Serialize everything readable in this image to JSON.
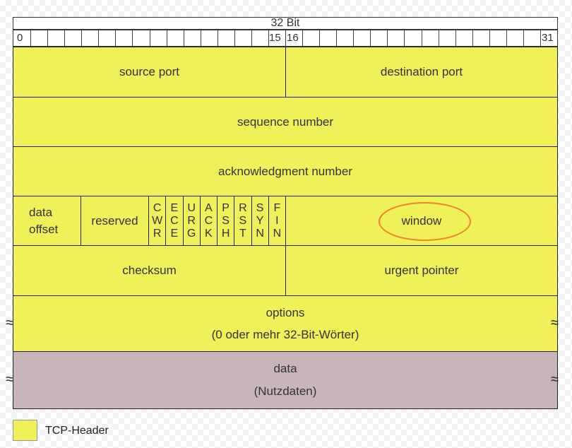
{
  "header": {
    "bits_label": "32 Bit",
    "bit_labels": {
      "b0": "0",
      "b15": "15",
      "b16": "16",
      "b31": "31"
    }
  },
  "rows": {
    "row1": {
      "source_port": "source port",
      "destination_port": "destination port"
    },
    "sequence_number": "sequence number",
    "acknowledgment_number": "acknowledgment number",
    "row4": {
      "data_offset": [
        "data",
        "offset"
      ],
      "reserved": "reserved",
      "flags": [
        [
          "C",
          "W",
          "R"
        ],
        [
          "E",
          "C",
          "E"
        ],
        [
          "U",
          "R",
          "G"
        ],
        [
          "A",
          "C",
          "K"
        ],
        [
          "P",
          "S",
          "H"
        ],
        [
          "R",
          "S",
          "T"
        ],
        [
          "S",
          "Y",
          "N"
        ],
        [
          "F",
          "I",
          "N"
        ]
      ],
      "window": "window"
    },
    "row5": {
      "checksum": "checksum",
      "urgent_pointer": "urgent pointer"
    },
    "options": {
      "line1": "options",
      "line2": "(0 oder mehr 32-Bit-Wörter)"
    },
    "data": {
      "line1": "data",
      "line2": "(Nutzdaten)"
    }
  },
  "legend": {
    "label": "TCP-Header"
  },
  "colors": {
    "header": "#f0f058",
    "data": "#c9b5b9",
    "highlight": "#f08030"
  }
}
